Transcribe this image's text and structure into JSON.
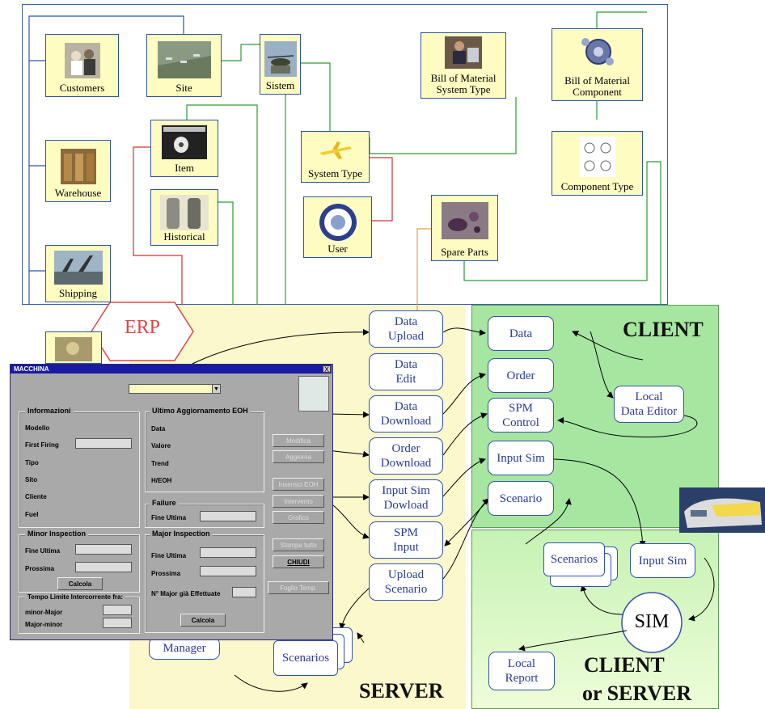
{
  "zones": {
    "erp": "ERP",
    "client": "CLIENT",
    "server": "SERVER",
    "client_or_server_line1": "CLIENT",
    "client_or_server_line2": "or SERVER"
  },
  "entities": {
    "customers": "Customers",
    "site": "Site",
    "sistem": "Sistem",
    "bom_system_type": "Bill of Material\nSystem Type",
    "bom_component": "Bill of Material\nComponent",
    "warehouse": "Warehouse",
    "item": "Item",
    "historical": "Historical",
    "system_type": "System Type",
    "user": "User",
    "component_type": "Component Type",
    "shipping": "Shipping",
    "spare_parts": "Spare Parts"
  },
  "server_flow": {
    "data_upload": "Data\nUpload",
    "data_edit": "Data\nEdit",
    "data_download": "Data\nDownload",
    "order_download": "Order\nDownload",
    "input_sim_download": "Input Sim\nDowload",
    "spm_input": "SPM\nInput",
    "upload_scenario": "Upload\nScenario",
    "manager": "Manager",
    "scenarios": "Scenarios"
  },
  "client_flow": {
    "data": "Data",
    "order": "Order",
    "spm_control": "SPM\nControl",
    "input_sim": "Input Sim",
    "scenario": "Scenario",
    "local_data_editor": "Local\nData Editor"
  },
  "cs_flow": {
    "scenarios": "Scenarios",
    "input_sim": "Input Sim",
    "sim": "SIM",
    "local_report": "Local\nReport"
  },
  "dialog": {
    "title": "MACCHINA",
    "close": "X",
    "informazioni": {
      "title": "Informazioni",
      "modello": "Modello",
      "first_firing": "First Firing",
      "tipo": "Tipo",
      "sito": "Sito",
      "cliente": "Cliente",
      "fuel": "Fuel"
    },
    "ultimo": {
      "title": "Ultimo Aggiornamento EOH",
      "data": "Data",
      "valore": "Valore",
      "trend": "Trend",
      "h_eoh": "H/EOH"
    },
    "failure": {
      "title": "Failure",
      "fine_ultima": "Fine Ultima"
    },
    "minor": {
      "title": "Minor Inspection",
      "fine_ultima": "Fine Ultima",
      "prossima": "Prossima",
      "calcola": "Calcola"
    },
    "major": {
      "title": "Major Inspection",
      "fine_ultima": "Fine Ultima",
      "prossima": "Prossima",
      "n_major": "N° Major già Effettuate",
      "calcola": "Calcola"
    },
    "tempo": {
      "title": "Tempo Limite Intercorrente fra:",
      "minor_major": "minor-Major",
      "major_minor": "Major-minor"
    },
    "buttons": {
      "modifica": "Modifica",
      "aggiorna": "Aggiorna",
      "inserisci_eoh": "Inserisci EOH",
      "intervento": "Intervento",
      "grafico": "Grafico",
      "stampa_tutto": "Stampa tutto",
      "chiudi": "CHIUDI",
      "foglio_temp": "Foglio Temp."
    }
  },
  "colors": {
    "server_bg": "#fbf8cc",
    "client_bg": "#a6e6a0",
    "entity_bg": "#fffcc2",
    "frame_blue": "#3a5ea8",
    "erp_red": "#e04545",
    "dialog_title_bg": "#1a1aa4",
    "dialog_bg": "#a9a9a9"
  }
}
